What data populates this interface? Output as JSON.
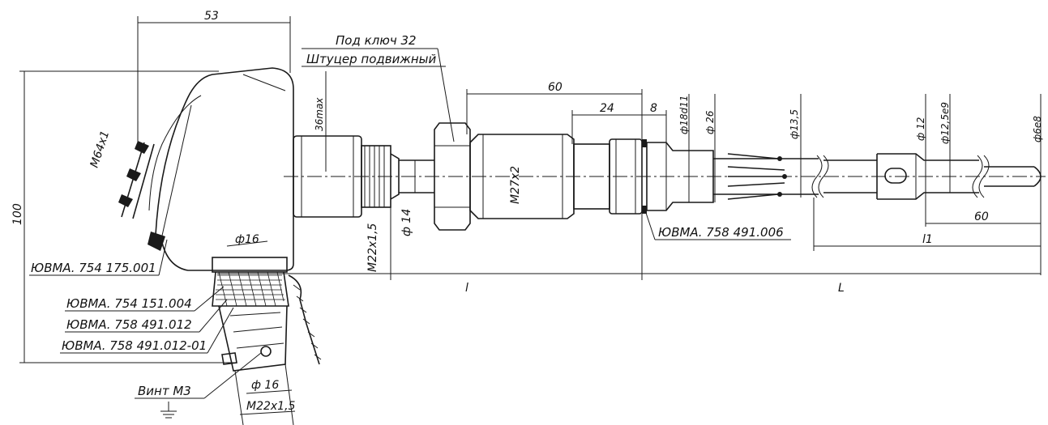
{
  "dimensions": {
    "head_width": "53",
    "wrench_note": "Под ключ 32",
    "fitting_note": "Штуцер подвижный",
    "head_max": "36max",
    "head_thread": "M64x1",
    "height": "100",
    "thread_left": "M22x1,5",
    "dia_14": "ф 14",
    "thread_fitting": "M27x2",
    "len_60_top": "60",
    "len_24": "24",
    "len_8": "8",
    "dia_18d11": "ф18d11",
    "dia_26": "ф 26",
    "dia_13_5": "ф13,5",
    "dia_12": "ф 12",
    "dia_12_5e9": "ф12,5e9",
    "dia_6e8": "ф6e8",
    "len_60_right": "60",
    "l1": "l1",
    "l": "l",
    "L": "L",
    "gland_dia_16": "ф16",
    "bottom_dia_16": "ф 16",
    "bottom_thread": "M22x1,5",
    "screw": "Винт M3"
  },
  "part_labels": {
    "p1": "ЮВМА. 754 175.001",
    "p2": "ЮВМА. 754 151.004",
    "p3": "ЮВМА. 758 491.012",
    "p4": "ЮВМА. 758 491.012-01",
    "p5": "ЮВМА. 758 491.006"
  }
}
